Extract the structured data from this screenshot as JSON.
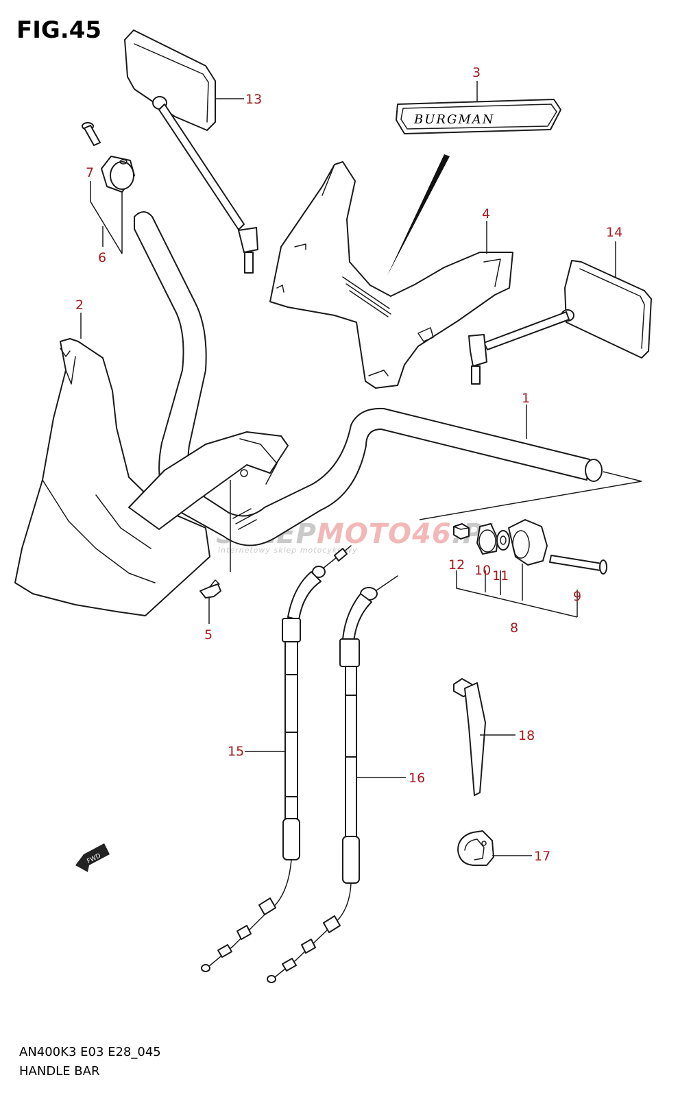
{
  "figure": {
    "title": "FIG.45",
    "model_code": "AN400K3 E03 E28_045",
    "caption": "HANDLE BAR"
  },
  "emblem_text": "BURGMAN",
  "watermark": {
    "brand_part1": "SKLEP",
    "brand_part2": "MOTO",
    "brand_part3": "46",
    "brand_part4": ".PL",
    "tagline": "internetowy sklep motocyklowy"
  },
  "fwd_label": "FWD",
  "callouts": {
    "c1": "1",
    "c2": "2",
    "c3": "3",
    "c4": "4",
    "c5": "5",
    "c6": "6",
    "c7": "7",
    "c8": "8",
    "c9": "9",
    "c10": "10",
    "c11": "11",
    "c12": "12",
    "c13": "13",
    "c14": "14",
    "c15": "15",
    "c16": "16",
    "c17": "17",
    "c18": "18"
  },
  "colors": {
    "callout_red": "#a8191c",
    "watermark_grey": "#c9c9c9",
    "watermark_red": "#f2b8b8"
  }
}
